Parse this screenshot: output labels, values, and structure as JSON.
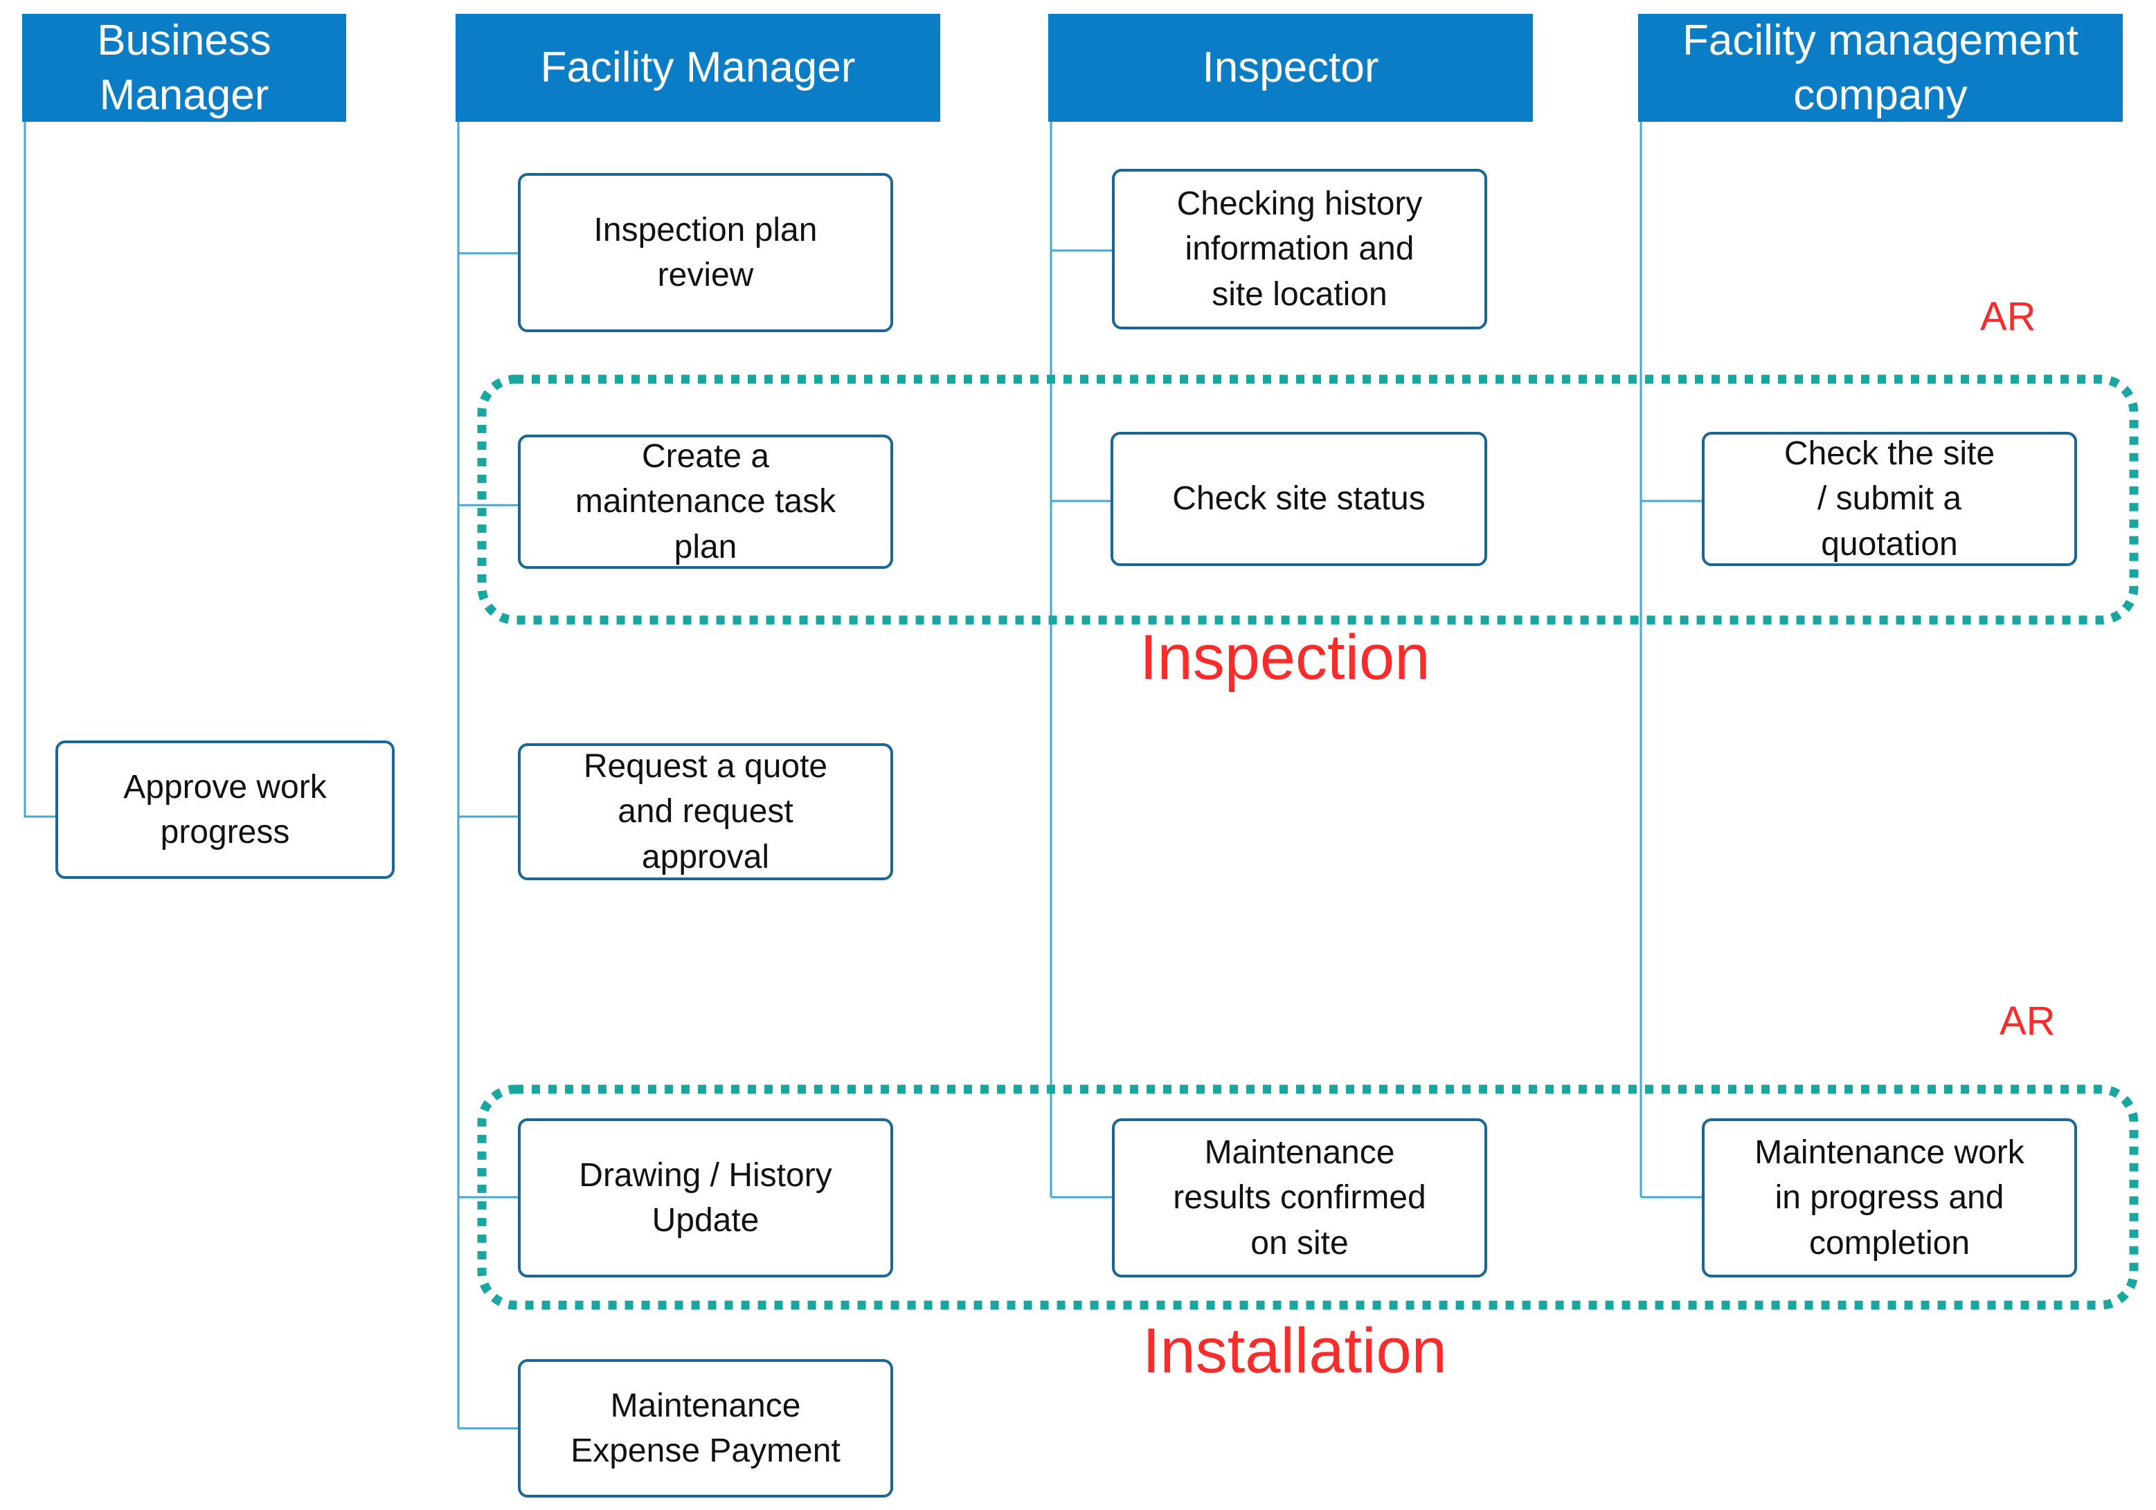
{
  "colors": {
    "header_fill": "#0A7DC6",
    "header_text": "#FFFFFF",
    "lane_line": "#3FA9DA",
    "node_border": "#1A6796",
    "group_border": "#19A6A0",
    "label_red": "#FF2A2A"
  },
  "lanes": [
    {
      "id": "business",
      "title": "Business\nManager"
    },
    {
      "id": "facility",
      "title": "Facility Manager"
    },
    {
      "id": "inspector",
      "title": "Inspector"
    },
    {
      "id": "company",
      "title": "Facility management\ncompany"
    }
  ],
  "nodes": [
    {
      "id": "inspection-plan-review",
      "lane": "facility",
      "text": "Inspection plan\nreview"
    },
    {
      "id": "create-maintenance-task-plan",
      "lane": "facility",
      "text": "Create a\nmaintenance task\nplan"
    },
    {
      "id": "request-quote-approval",
      "lane": "facility",
      "text": "Request a quote\nand request\napproval"
    },
    {
      "id": "drawing-history-update",
      "lane": "facility",
      "text": "Drawing / History\nUpdate"
    },
    {
      "id": "maintenance-expense-payment",
      "lane": "facility",
      "text": "Maintenance\nExpense Payment"
    },
    {
      "id": "checking-history-site-location",
      "lane": "inspector",
      "text": "Checking history\ninformation and\nsite location"
    },
    {
      "id": "check-site-status",
      "lane": "inspector",
      "text": "Check site status"
    },
    {
      "id": "maintenance-results-confirmed",
      "lane": "inspector",
      "text": "Maintenance\nresults confirmed\non site"
    },
    {
      "id": "check-site-submit-quotation",
      "lane": "company",
      "text": "Check the site\n/ submit a\nquotation"
    },
    {
      "id": "maintenance-work-completion",
      "lane": "company",
      "text": "Maintenance work\nin progress and\ncompletion"
    },
    {
      "id": "approve-work-progress",
      "lane": "business",
      "text": "Approve work\nprogress"
    }
  ],
  "groups": [
    {
      "id": "inspection",
      "label": "Inspection",
      "tag": "AR"
    },
    {
      "id": "installation",
      "label": "Installation",
      "tag": "AR"
    }
  ]
}
